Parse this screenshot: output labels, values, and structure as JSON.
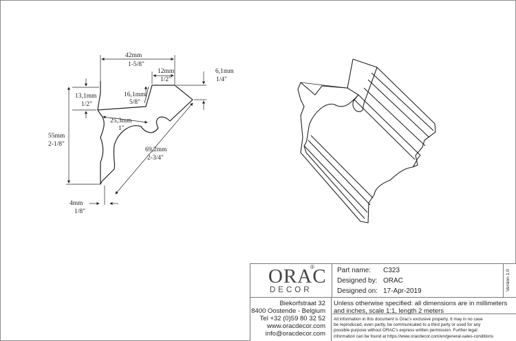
{
  "dimensions": {
    "width_total_mm": "42mm",
    "width_total_in": "1-5/8\"",
    "top_flat_mm": "12mm",
    "top_flat_in": "1/2\"",
    "top_drop_mm": "6,1mm",
    "top_drop_in": "1/4\"",
    "upper_height_mm": "13,1mm",
    "upper_height_in": "1/2\"",
    "inner_depth_mm": "16,1mm",
    "inner_depth_in": "5/8\"",
    "inner_width_mm": "25,3mm",
    "inner_width_in": "1\"",
    "height_total_mm": "55mm",
    "height_total_in": "2-1/8\"",
    "diagonal_mm": "69,2mm",
    "diagonal_in": "2-3/4\"",
    "bottom_foot_mm": "4mm",
    "bottom_foot_in": "1/8\""
  },
  "title_block": {
    "logo_main": "ORAC",
    "logo_reg": "®",
    "logo_sub": "DECOR",
    "address": [
      "Biekorfstraat 32",
      "8400 Oostende - Belgium",
      "Tel  +32 (0)59 80 32 52",
      "www.oracdecor.com",
      "info@oracdecor.com"
    ],
    "part_name_label": "Part name:",
    "part_name": "C323",
    "designed_by_label": "Designed by:",
    "designed_by": "ORAC",
    "designed_on_label": "Designed on:",
    "designed_on": "17-Apr-2019",
    "version": "Version 1.0",
    "spec_line1": "Unless otherwise specified: all dimensions are in millimeters",
    "spec_line2": "and inches, scale 1:1, length 2 meters",
    "legal": [
      "All information in this document is Orac's exclusive property.  It may in no case",
      "be reproduced, even partly, be communicated to a third party or used for any",
      "possible purpose without ORAC's express written permission. Further legal",
      "information can be found at https://www.oracdecor.com/en/general-sales-conditions"
    ]
  },
  "colors": {
    "line": "#222222",
    "border": "#777777"
  }
}
